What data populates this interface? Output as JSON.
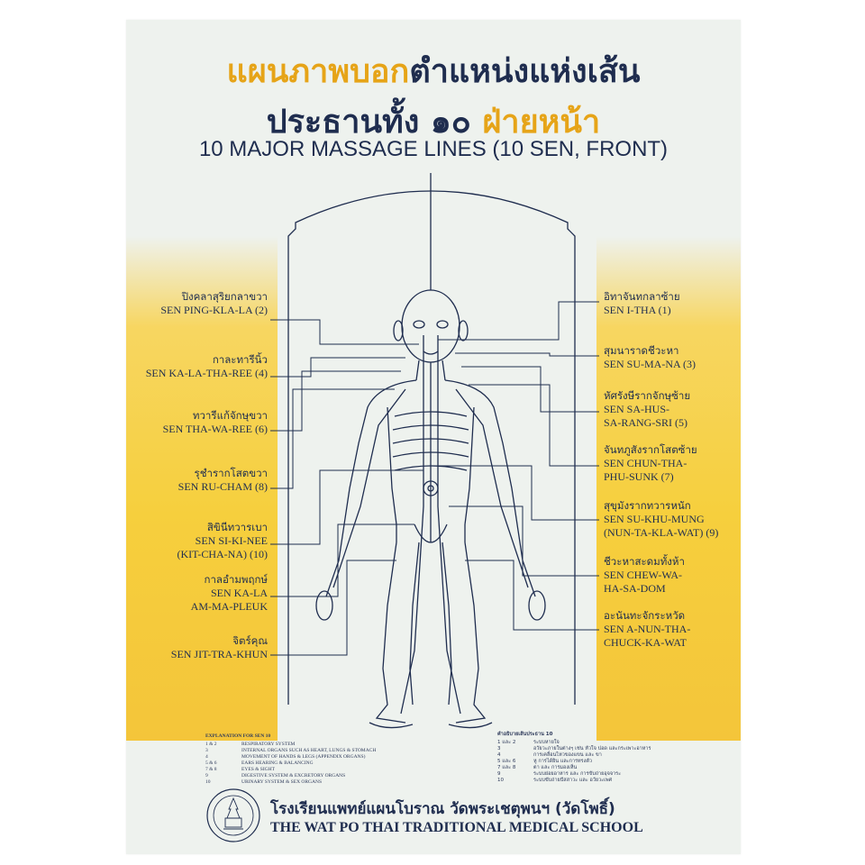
{
  "title": {
    "thai_prefix": "แผนภาพบอก",
    "thai_line1_main": "ตำแหน่งแห่งเส้น",
    "thai_line2_main": "ประธานทั้ง ๑๐",
    "thai_line2_side": "ฝ่ายหน้า",
    "english": "10 MAJOR MASSAGE LINES (10 SEN, FRONT)"
  },
  "left_labels": [
    {
      "thai": "ปิงคลาสุริยกลาขวา",
      "en": [
        "SEN PING-KLA-LA (2)"
      ]
    },
    {
      "thai": "กาละทารีนิ้ว",
      "en": [
        "SEN KA-LA-THA-REE (4)"
      ]
    },
    {
      "thai": "ทวารีแก้จักษุขวา",
      "en": [
        "SEN THA-WA-REE (6)"
      ]
    },
    {
      "thai": "รุชำรากโสตขวา",
      "en": [
        "SEN RU-CHAM (8)"
      ]
    },
    {
      "thai": "สิขินีทวารเบา",
      "en": [
        "SEN SI-KI-NEE",
        "(KIT-CHA-NA) (10)"
      ]
    },
    {
      "thai": "กาลอำมพฤกษ์",
      "en": [
        "SEN KA-LA",
        "AM-MA-PLEUK"
      ]
    },
    {
      "thai": "จิตร์คุณ",
      "en": [
        "SEN JIT-TRA-KHUN"
      ]
    }
  ],
  "right_labels": [
    {
      "thai": "อิทาจันทกลาซ้าย",
      "en": [
        "SEN I-THA (1)"
      ]
    },
    {
      "thai": "สุมนาราดชีวะหา",
      "en": [
        "SEN SU-MA-NA (3)"
      ]
    },
    {
      "thai": "หัศรังษีรากจักษุซ้าย",
      "en": [
        "SEN SA-HUS-",
        "SA-RANG-SRI (5)"
      ]
    },
    {
      "thai": "จันทภูสังรากโสตซ้าย",
      "en": [
        "SEN CHUN-THA-",
        "PHU-SUNK (7)"
      ]
    },
    {
      "thai": "สุขุมังรากทวารหนัก",
      "en": [
        "SEN SU-KHU-MUNG",
        "(NUN-TA-KLA-WAT) (9)"
      ]
    },
    {
      "thai": "ชีวะหาสะดมทั้งห้า",
      "en": [
        "SEN CHEW-WA-",
        "HA-SA-DOM"
      ]
    },
    {
      "thai": "อะนันทะจักระหวัด",
      "en": [
        "SEN A-NUN-THA-",
        "CHUCK-KA-WAT"
      ]
    }
  ],
  "explanation_en": {
    "header": "EXPLANATION FOR SEN 10",
    "rows": [
      {
        "num": "1 & 2",
        "text": "RESPIRATORY SYSTEM"
      },
      {
        "num": "3",
        "text": "INTERNAL ORGANS SUCH AS HEART, LUNGS & STOMACH"
      },
      {
        "num": "4",
        "text": "MOVEMENT OF HANDS & LEGS (APPENDIX ORGANS)"
      },
      {
        "num": "5 & 6",
        "text": "EARS HEARING & BALANCING"
      },
      {
        "num": "7 & 8",
        "text": "EYES & SIGHT"
      },
      {
        "num": "9",
        "text": "DIGESTIVE SYSTEM & EXCRETORY ORGANS"
      },
      {
        "num": "10",
        "text": "URINARY SYSTEM & SEX ORGANS"
      }
    ]
  },
  "explanation_th": {
    "header": "คำอธิบายเส้นประธาน 10",
    "rows": [
      {
        "num": "1 และ 2",
        "text": "ระบบหายใจ"
      },
      {
        "num": "3",
        "text": "อวัยวะภายในต่างๆ เช่น หัวใจ ปอด และกระเพาะอาหาร"
      },
      {
        "num": "4",
        "text": "การเคลื่อนไหวของแขน และ ขา"
      },
      {
        "num": "5 และ 6",
        "text": "หู การได้ยิน และการทรงตัว"
      },
      {
        "num": "7 และ 8",
        "text": "ตา และ การมองเห็น"
      },
      {
        "num": "9",
        "text": "ระบบย่อยอาหาร และ การขับถ่ายอุจจาระ"
      },
      {
        "num": "10",
        "text": "ระบบขับถ่ายปัสสาวะ และ อวัยวะเพศ"
      }
    ]
  },
  "school": {
    "thai": "โรงเรียนแพทย์แผนโบราณ วัดพระเชตุพนฯ (วัดโพธิ์)",
    "english": "THE WAT PO THAI TRADITIONAL MEDICAL SCHOOL"
  },
  "colors": {
    "navy": "#1f2d4f",
    "orange_title": "#e6a418",
    "yellow_panel": "#f6cf3d",
    "background": "#eef2ee"
  }
}
